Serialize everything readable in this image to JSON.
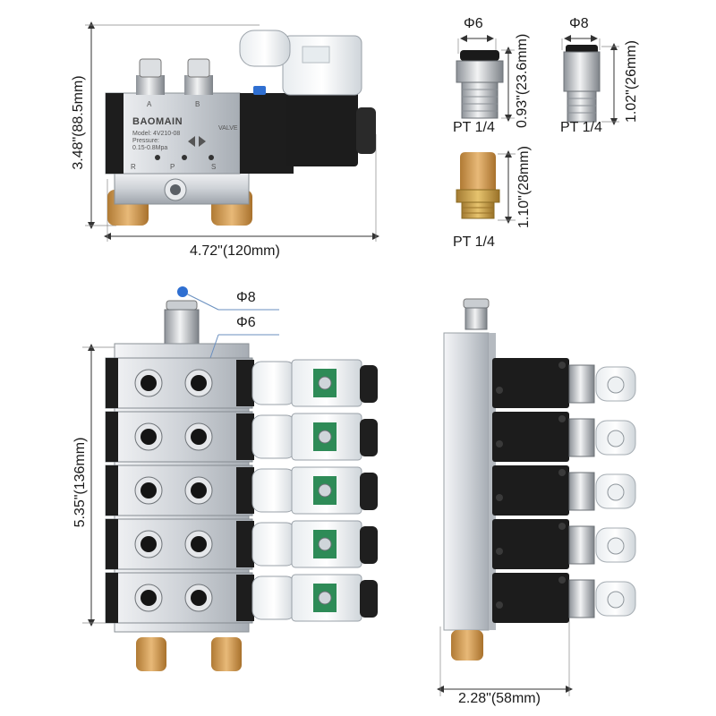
{
  "single_valve": {
    "height_label": "3.48\"(88.5mm)",
    "width_label": "4.72\"(120mm)",
    "brand": "BAOMAIN",
    "valve_tag": "VALVE",
    "model": "Model: 4V210-08",
    "pressure_title": "Pressure:",
    "pressure_range": "0.15-0.8Mpa",
    "port_a": "A",
    "port_b": "B",
    "port_r": "R",
    "port_p": "P",
    "port_s": "S"
  },
  "fitting_6": {
    "diameter_label": "Φ6",
    "height_label": "0.93\"(23.6mm)",
    "thread_label": "PT 1/4"
  },
  "fitting_8": {
    "diameter_label": "Φ8",
    "height_label": "1.02\"(26mm)",
    "thread_label": "PT 1/4"
  },
  "muffler": {
    "height_label": "1.10\"(28mm)",
    "thread_label": "PT 1/4"
  },
  "manifold_front": {
    "port_label_8": "Φ8",
    "port_label_6": "Φ6",
    "height_label": "5.35\"(136mm)",
    "valve_count": 5
  },
  "manifold_side": {
    "width_label": "2.28\"(58mm)"
  },
  "colors": {
    "aluminum": "#d4d7db",
    "black_body": "#1e1e1e",
    "brass": "#d9a35a",
    "pointer_blue": "#2f6fd1",
    "pcb_green": "#2e8b57"
  }
}
